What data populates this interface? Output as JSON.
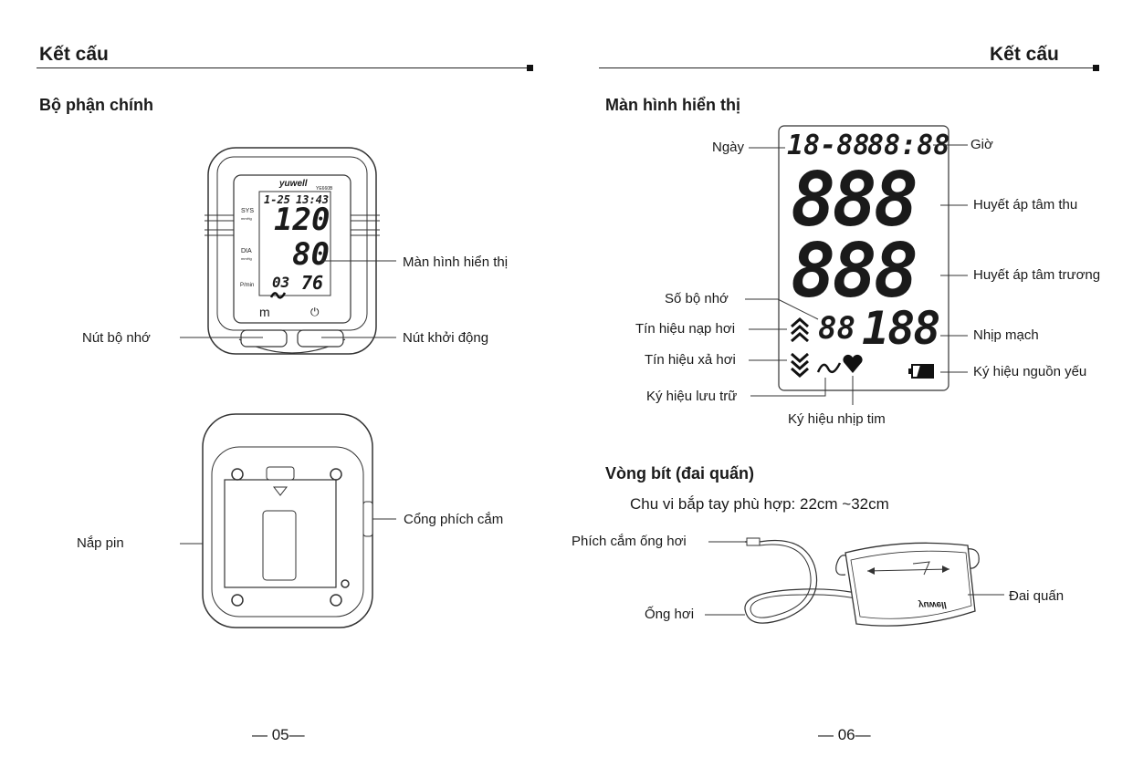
{
  "left_page": {
    "header": "Kết cấu",
    "section_title": "Bộ phận chính",
    "device_front": {
      "brand": "yuwell",
      "model": "YE660B",
      "lcd_date": "1-25",
      "lcd_time": "13:43",
      "sys_label": "SYS",
      "dia_label": "DIA",
      "unit_label": "mmHg",
      "pulse_label": "P/min",
      "sys_value": "120",
      "dia_value": "80",
      "memory_value": "03",
      "pulse_value": "76",
      "button_left_symbol": "m",
      "button_right_symbol": "⏻"
    },
    "labels": {
      "display": "Màn hình hiển thị",
      "memory_button": "Nút bộ nhớ",
      "start_button": "Nút khởi động",
      "battery_cover": "Nắp pin",
      "plug_port": "Cổng phích cắm"
    },
    "page_number": "— 05—"
  },
  "right_page": {
    "header": "Kết cấu",
    "display_section_title": "Màn hình hiển thị",
    "lcd_segments": {
      "date": "18-88",
      "time": "88:88",
      "sys": "888",
      "dia": "888",
      "memory": "88",
      "pulse": "188"
    },
    "display_labels": {
      "date": "Ngày",
      "time": "Giờ",
      "systolic": "Huyết áp tâm thu",
      "diastolic": "Huyết áp tâm trương",
      "memory_no": "Số bộ nhớ",
      "inflate": "Tín hiệu nạp hơi",
      "pulse": "Nhịp mạch",
      "deflate": "Tín hiệu xả hơi",
      "low_battery": "Ký hiệu nguồn yếu",
      "storage": "Ký hiệu lưu trữ",
      "heartbeat": "Ký hiệu nhịp tim"
    },
    "cuff_section_title": "Vòng bít (đai quấn)",
    "cuff_circumference": "Chu vi bắp tay phù hợp: 22cm ~32cm",
    "cuff_labels": {
      "plug": "Phích cắm ống hơi",
      "tube": "Ống hơi",
      "cuff": "Đai quấn"
    },
    "cuff_brand": "yuwell",
    "page_number": "— 06—"
  }
}
